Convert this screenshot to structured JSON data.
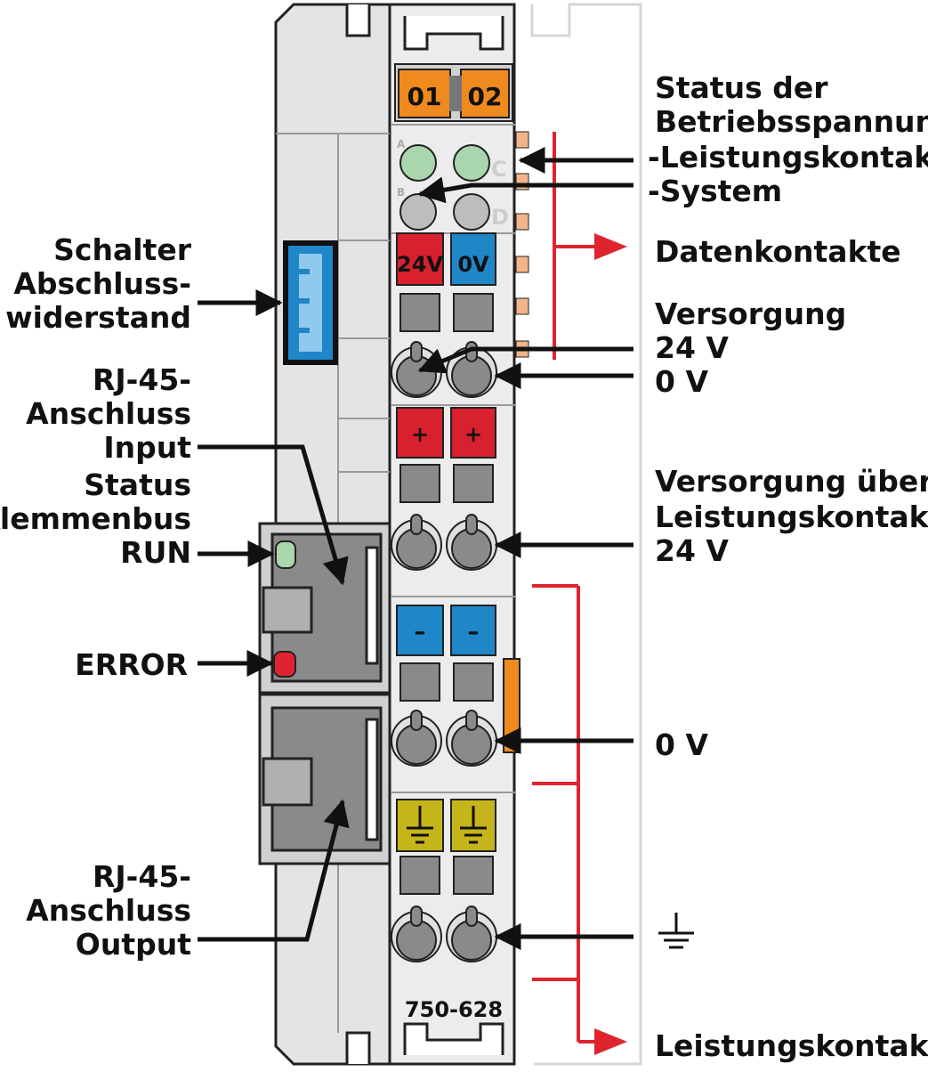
{
  "labels_left": {
    "schalter": "Schalter",
    "abschluss": "Abschluss-",
    "widerstand": "widerstand",
    "rj45_in_1": "RJ-45-",
    "rj45_in_2": "Anschluss",
    "rj45_in_3": "Input",
    "status": "Status",
    "klemmenbus": "Klemmenbus",
    "run": "RUN",
    "error": "ERROR",
    "rj45_out_1": "RJ-45-",
    "rj45_out_2": "Anschluss",
    "rj45_out_3": "Output"
  },
  "labels_right": {
    "status_der": "Status der",
    "betriebsspannung": "Betriebsspannung",
    "leistungskontakte_line": "-Leistungskontakte",
    "system": "-System",
    "datenkontakte": "Datenkontakte",
    "versorgung": "Versorgung",
    "v24": "24 V",
    "v0": "0 V",
    "versorgung_ueber": "Versorgung über",
    "leistungskontakte": "Leistungskontakte",
    "v24_b": "24 V",
    "v0_b": "0 V",
    "leistungskontakte_bottom": "Leistungskontakte"
  },
  "module": {
    "led_01": "01",
    "led_02": "02",
    "led_a": "A",
    "led_b": "B",
    "led_c": "C",
    "led_d": "D",
    "term_24v": "24V",
    "term_0v": "0V",
    "plus": "+",
    "minus": "–",
    "model": "750-628"
  },
  "colors": {
    "orange": "#ef8a1e",
    "red": "#d8202e",
    "blue": "#1f86c8",
    "green_led": "#a9d6ad",
    "ground": "#c6b51a",
    "housing": "#e6e6e6",
    "gray": "#8a8a8a",
    "contact": "#f2b48a",
    "arrow_red": "#e0242f"
  }
}
